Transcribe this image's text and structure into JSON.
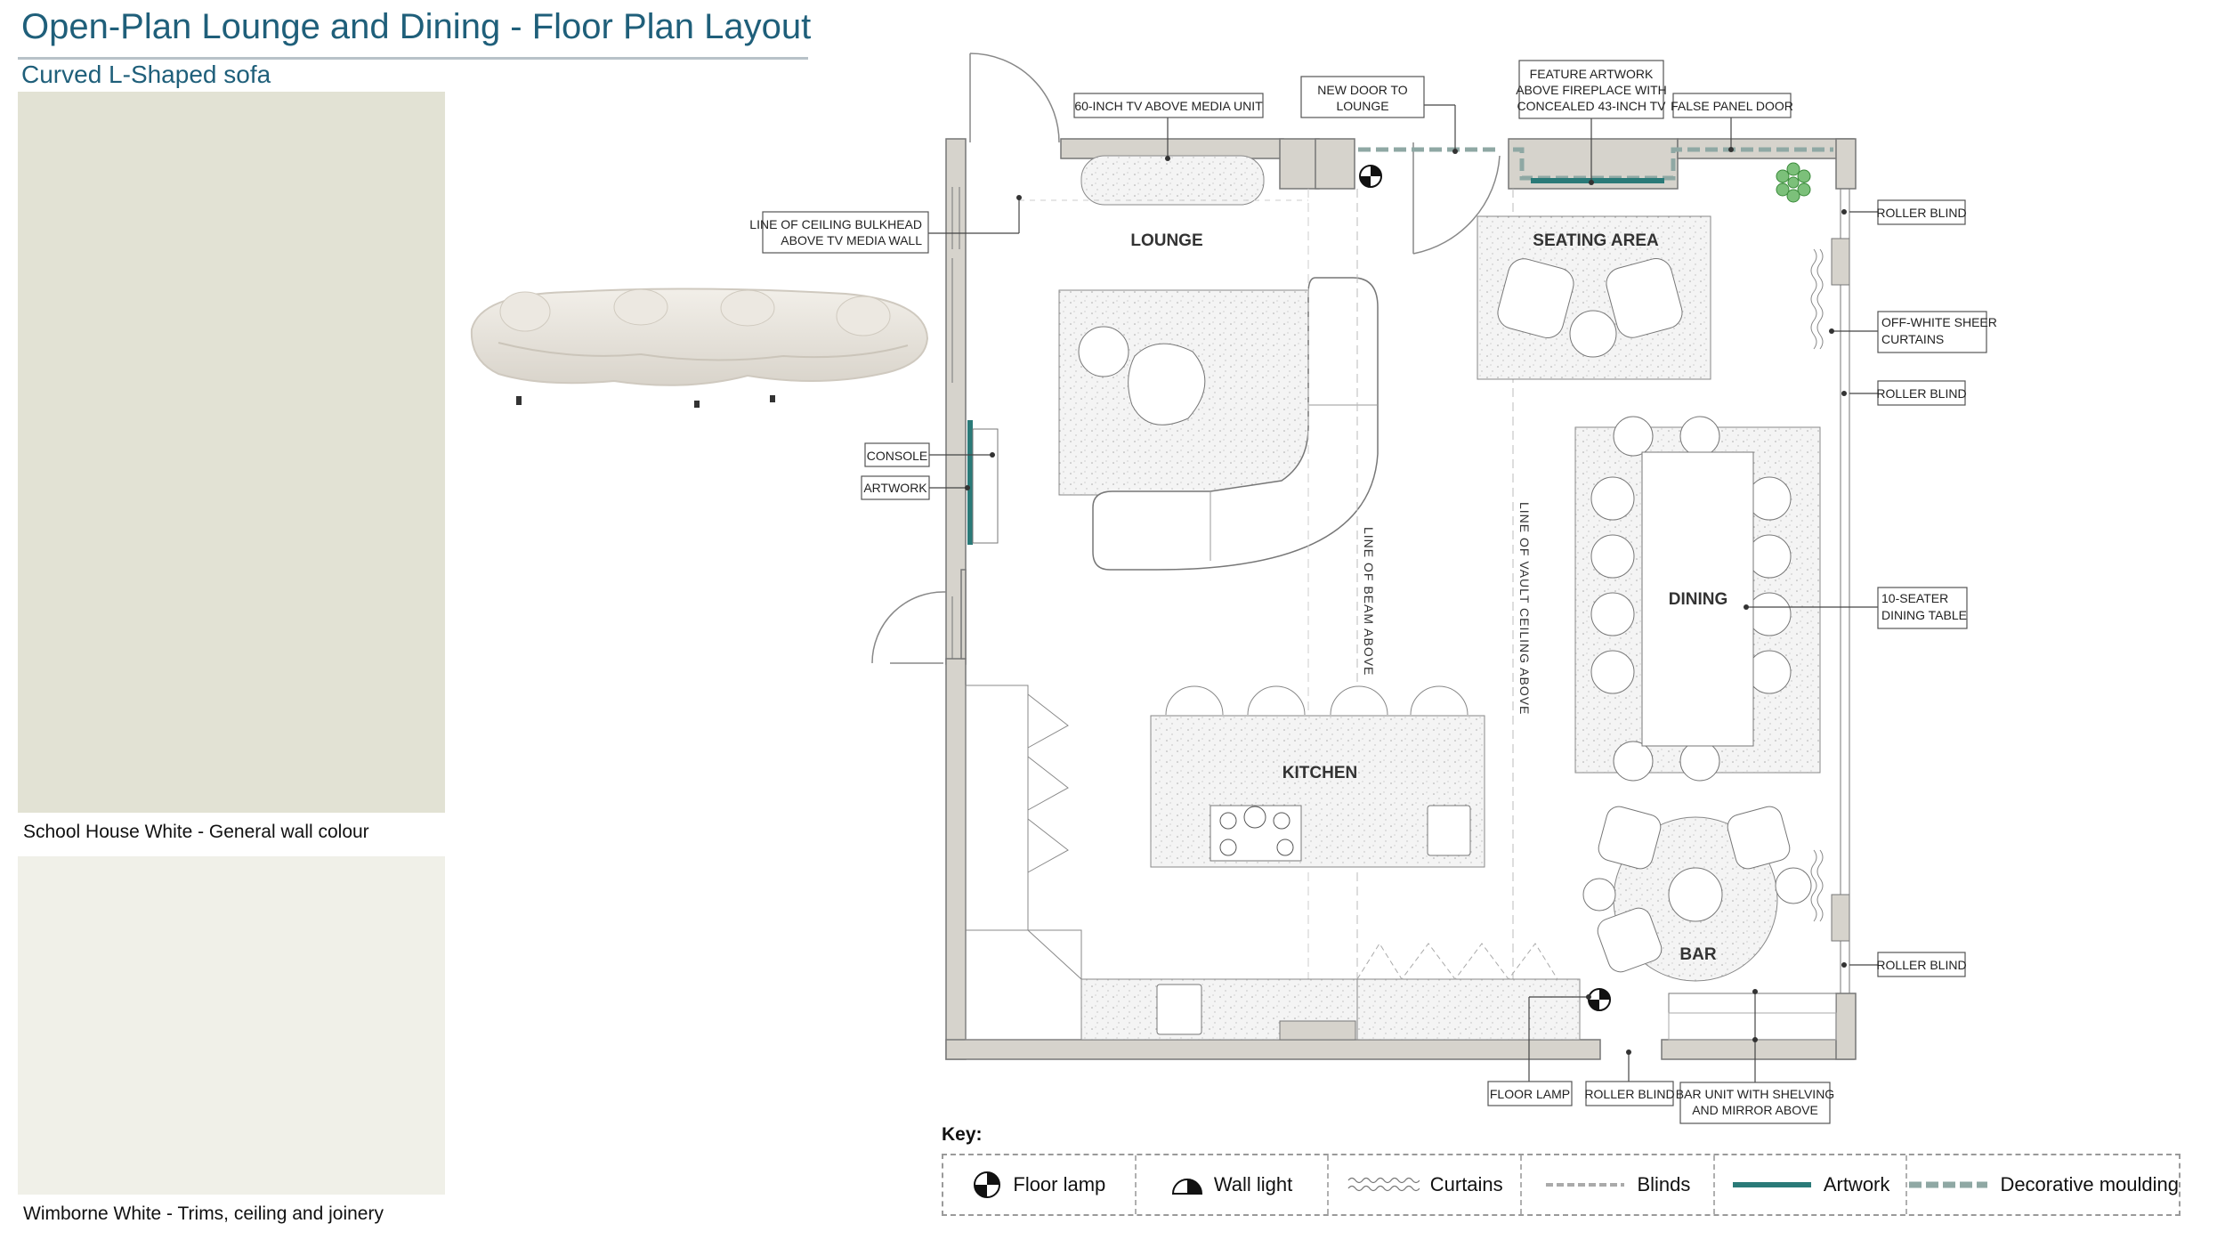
{
  "header": {
    "title": "Open-Plan Lounge and Dining - Floor Plan Layout",
    "subtitle": "Curved L-Shaped sofa"
  },
  "swatches": [
    {
      "label": "School House White - General wall colour",
      "color": "#e2e2d4"
    },
    {
      "label": "Wimborne White - Trims, ceiling and joinery",
      "color": "#f0f0e8"
    }
  ],
  "plan": {
    "rooms": {
      "lounge": "LOUNGE",
      "seating_area": "SEATING AREA",
      "dining": "DINING",
      "kitchen": "KITCHEN",
      "bar": "BAR"
    },
    "beam_line": "LINE OF BEAM ABOVE",
    "vault_line": "LINE OF VAULT CEILING ABOVE",
    "callouts": {
      "tv_media": "60-INCH TV ABOVE MEDIA UNIT",
      "new_door": [
        "NEW DOOR TO",
        "LOUNGE"
      ],
      "feature_artwork": [
        "FEATURE ARTWORK",
        "ABOVE FIREPLACE WITH",
        "CONCEALED 43-INCH TV"
      ],
      "false_panel_door": "FALSE PANEL DOOR",
      "bulkhead": [
        "LINE OF CEILING BULKHEAD",
        "ABOVE TV MEDIA WALL"
      ],
      "console": "CONSOLE",
      "artwork": "ARTWORK",
      "roller_blind_1": "ROLLER BLIND",
      "sheer_curtains": [
        "OFF-WHITE SHEER",
        "CURTAINS"
      ],
      "roller_blind_2": "ROLLER BLIND",
      "dining_table": [
        "10-SEATER",
        "DINING TABLE"
      ],
      "roller_blind_3": "ROLLER BLIND",
      "floor_lamp": "FLOOR LAMP",
      "roller_blind_4": "ROLLER BLIND",
      "bar_unit": [
        "BAR UNIT WITH SHELVING",
        "AND MIRROR ABOVE"
      ]
    }
  },
  "key": {
    "title": "Key:",
    "items": [
      {
        "label": "Floor lamp",
        "icon": "floor-lamp-icon"
      },
      {
        "label": "Wall light",
        "icon": "wall-light-icon"
      },
      {
        "label": "Curtains",
        "icon": "curtains-icon"
      },
      {
        "label": "Blinds",
        "icon": "blinds-icon"
      },
      {
        "label": "Artwork",
        "icon": "artwork-icon",
        "color": "#2a7a78"
      },
      {
        "label": "Decorative moulding",
        "icon": "moulding-icon",
        "color": "#8fa8a4"
      }
    ]
  },
  "colors": {
    "title": "#1f5f7a",
    "wall": "#d6d3cc",
    "artwork": "#2a7a78",
    "moulding": "#8fa8a4"
  }
}
